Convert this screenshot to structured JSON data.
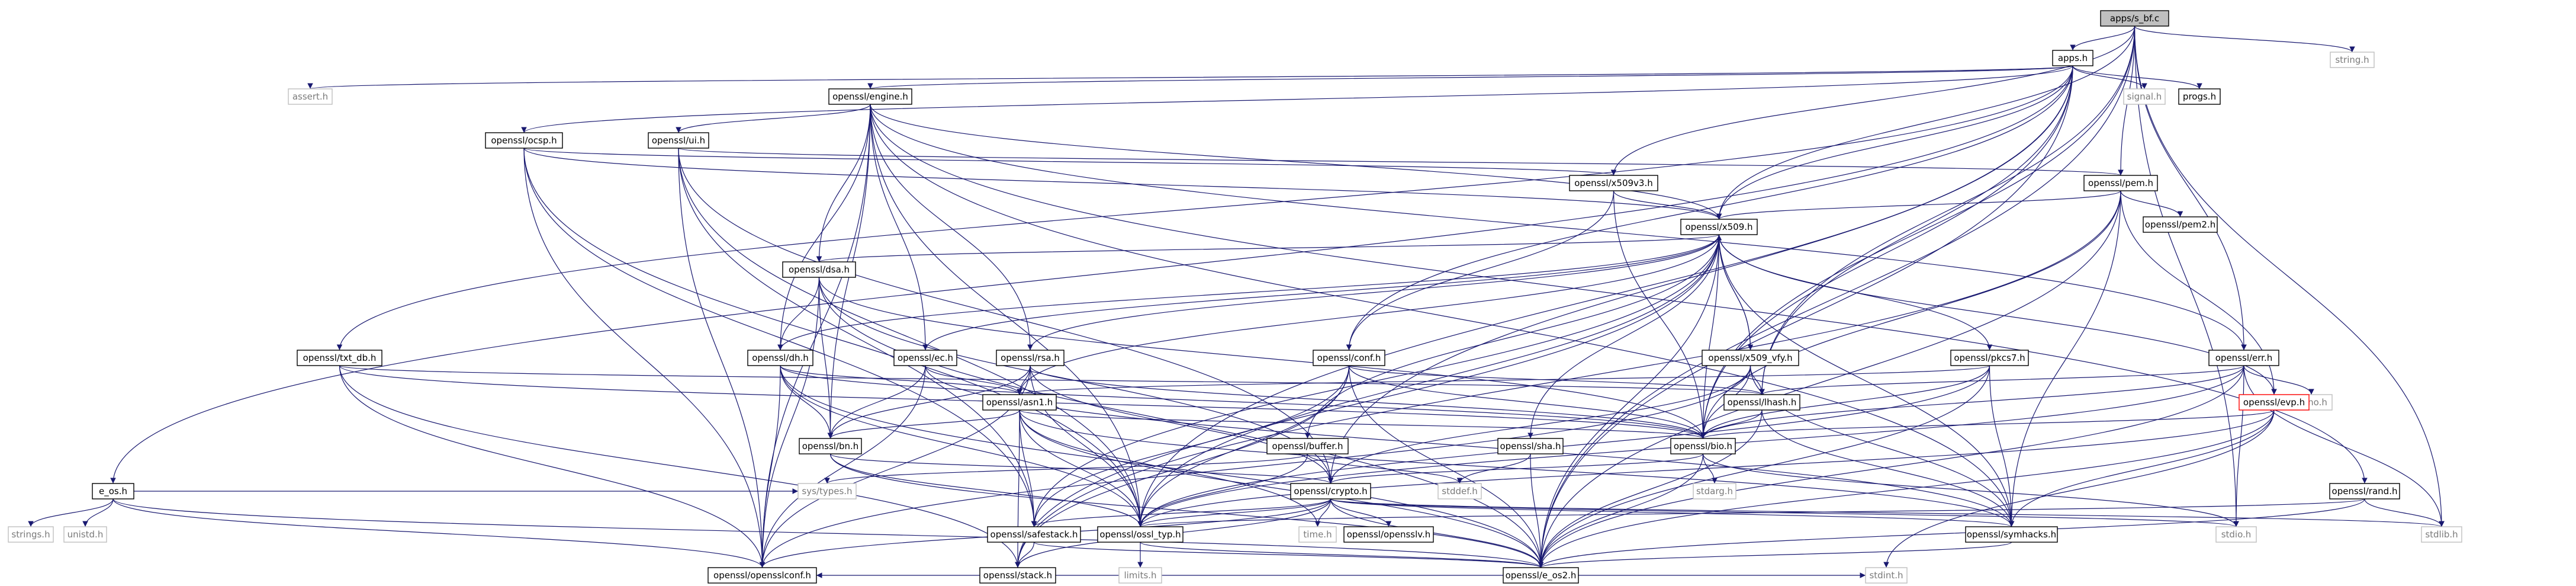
{
  "colors": {
    "edge": "#191970",
    "node_border": "#000000",
    "lib_border": "#bfbfbf",
    "lib_text": "#7a7a7a",
    "red_border": "#ff0000",
    "root_fill": "#bfbfbf"
  },
  "graph": {
    "nodes": [
      {
        "id": "apps_s_bf_c",
        "label": "apps/s_bf.c",
        "kind": "root"
      },
      {
        "id": "apps_h",
        "label": "apps.h",
        "kind": "hdr"
      },
      {
        "id": "string_h",
        "label": "string.h",
        "kind": "lib"
      },
      {
        "id": "assert_h",
        "label": "assert.h",
        "kind": "lib"
      },
      {
        "id": "signal_h",
        "label": "signal.h",
        "kind": "lib"
      },
      {
        "id": "progs_h",
        "label": "progs.h",
        "kind": "hdr"
      },
      {
        "id": "engine_h",
        "label": "openssl/engine.h",
        "kind": "hdr"
      },
      {
        "id": "ocsp_h",
        "label": "openssl/ocsp.h",
        "kind": "hdr"
      },
      {
        "id": "ui_h",
        "label": "openssl/ui.h",
        "kind": "hdr"
      },
      {
        "id": "pem_h",
        "label": "openssl/pem.h",
        "kind": "hdr"
      },
      {
        "id": "x509v3_h",
        "label": "openssl/x509v3.h",
        "kind": "hdr"
      },
      {
        "id": "pem2_h",
        "label": "openssl/pem2.h",
        "kind": "hdr"
      },
      {
        "id": "x509_h",
        "label": "openssl/x509.h",
        "kind": "hdr"
      },
      {
        "id": "dsa_h",
        "label": "openssl/dsa.h",
        "kind": "hdr"
      },
      {
        "id": "txt_db_h",
        "label": "openssl/txt_db.h",
        "kind": "hdr"
      },
      {
        "id": "dh_h",
        "label": "openssl/dh.h",
        "kind": "hdr"
      },
      {
        "id": "ec_h",
        "label": "openssl/ec.h",
        "kind": "hdr"
      },
      {
        "id": "rsa_h",
        "label": "openssl/rsa.h",
        "kind": "hdr"
      },
      {
        "id": "conf_h",
        "label": "openssl/conf.h",
        "kind": "hdr"
      },
      {
        "id": "x509_vfy_h",
        "label": "openssl/x509_vfy.h",
        "kind": "hdr"
      },
      {
        "id": "pkcs7_h",
        "label": "openssl/pkcs7.h",
        "kind": "hdr"
      },
      {
        "id": "err_h",
        "label": "openssl/err.h",
        "kind": "hdr"
      },
      {
        "id": "errno_h",
        "label": "errno.h",
        "kind": "lib"
      },
      {
        "id": "evp_h",
        "label": "openssl/evp.h",
        "kind": "red"
      },
      {
        "id": "asn1_h",
        "label": "openssl/asn1.h",
        "kind": "hdr"
      },
      {
        "id": "lhash_h",
        "label": "openssl/lhash.h",
        "kind": "hdr"
      },
      {
        "id": "bn_h",
        "label": "openssl/bn.h",
        "kind": "hdr"
      },
      {
        "id": "bio_h",
        "label": "openssl/bio.h",
        "kind": "hdr"
      },
      {
        "id": "buffer_h",
        "label": "openssl/buffer.h",
        "kind": "hdr"
      },
      {
        "id": "sha_h",
        "label": "openssl/sha.h",
        "kind": "hdr"
      },
      {
        "id": "e_os_h",
        "label": "e_os.h",
        "kind": "hdr"
      },
      {
        "id": "strings_h",
        "label": "strings.h",
        "kind": "lib"
      },
      {
        "id": "unistd_h",
        "label": "unistd.h",
        "kind": "lib"
      },
      {
        "id": "sys_types_h",
        "label": "sys/types.h",
        "kind": "lib"
      },
      {
        "id": "crypto_h",
        "label": "openssl/crypto.h",
        "kind": "hdr"
      },
      {
        "id": "stddef_h",
        "label": "stddef.h",
        "kind": "lib"
      },
      {
        "id": "stdarg_h",
        "label": "stdarg.h",
        "kind": "lib"
      },
      {
        "id": "rand_h",
        "label": "openssl/rand.h",
        "kind": "hdr"
      },
      {
        "id": "stdio_h",
        "label": "stdio.h",
        "kind": "lib"
      },
      {
        "id": "time_h",
        "label": "time.h",
        "kind": "lib"
      },
      {
        "id": "opensslv_h",
        "label": "openssl/opensslv.h",
        "kind": "hdr"
      },
      {
        "id": "stdlib_h",
        "label": "stdlib.h",
        "kind": "lib"
      },
      {
        "id": "safestack_h",
        "label": "openssl/safestack.h",
        "kind": "hdr"
      },
      {
        "id": "ossl_typ_h",
        "label": "openssl/ossl_typ.h",
        "kind": "hdr"
      },
      {
        "id": "symhacks_h",
        "label": "openssl/symhacks.h",
        "kind": "hdr"
      },
      {
        "id": "limits_h",
        "label": "limits.h",
        "kind": "lib"
      },
      {
        "id": "stack_h",
        "label": "openssl/stack.h",
        "kind": "hdr"
      },
      {
        "id": "e_os2_h",
        "label": "openssl/e_os2.h",
        "kind": "hdr"
      },
      {
        "id": "stdint_h",
        "label": "stdint.h",
        "kind": "lib"
      },
      {
        "id": "opensslconf_h",
        "label": "openssl/opensslconf.h",
        "kind": "hdr"
      }
    ],
    "edges": [
      [
        "apps_s_bf_c",
        "apps_h"
      ],
      [
        "apps_s_bf_c",
        "string_h"
      ],
      [
        "apps_s_bf_c",
        "x509_h"
      ],
      [
        "apps_s_bf_c",
        "pem_h"
      ],
      [
        "apps_s_bf_c",
        "err_h"
      ],
      [
        "apps_s_bf_c",
        "bio_h"
      ],
      [
        "apps_s_bf_c",
        "x509v3_h"
      ],
      [
        "apps_s_bf_c",
        "lhash_h"
      ],
      [
        "apps_s_bf_c",
        "stdio_h"
      ],
      [
        "apps_s_bf_c",
        "stdlib_h"
      ],
      [
        "apps_s_bf_c",
        "e_os2_h"
      ],
      [
        "apps_h",
        "e_os_h"
      ],
      [
        "apps_h",
        "assert_h"
      ],
      [
        "apps_h",
        "engine_h"
      ],
      [
        "apps_h",
        "ocsp_h"
      ],
      [
        "apps_h",
        "txt_db_h"
      ],
      [
        "apps_h",
        "progs_h"
      ],
      [
        "apps_h",
        "signal_h"
      ],
      [
        "apps_h",
        "x509_h"
      ],
      [
        "apps_h",
        "conf_h"
      ],
      [
        "apps_h",
        "lhash_h"
      ],
      [
        "apps_h",
        "bio_h"
      ],
      [
        "apps_h",
        "crypto_h"
      ],
      [
        "apps_h",
        "e_os2_h"
      ],
      [
        "apps_h",
        "ossl_typ_h"
      ],
      [
        "engine_h",
        "opensslconf_h"
      ],
      [
        "engine_h",
        "bn_h"
      ],
      [
        "engine_h",
        "rsa_h"
      ],
      [
        "engine_h",
        "dsa_h"
      ],
      [
        "engine_h",
        "dh_h"
      ],
      [
        "engine_h",
        "ec_h"
      ],
      [
        "engine_h",
        "err_h"
      ],
      [
        "engine_h",
        "ui_h"
      ],
      [
        "engine_h",
        "x509_h"
      ],
      [
        "engine_h",
        "ossl_typ_h"
      ],
      [
        "engine_h",
        "symhacks_h"
      ],
      [
        "engine_h",
        "rand_h"
      ],
      [
        "ocsp_h",
        "x509v3_h"
      ],
      [
        "ocsp_h",
        "x509_h"
      ],
      [
        "ocsp_h",
        "safestack_h"
      ],
      [
        "ocsp_h",
        "ossl_typ_h"
      ],
      [
        "ocsp_h",
        "opensslconf_h"
      ],
      [
        "ui_h",
        "pem_h"
      ],
      [
        "ui_h",
        "crypto_h"
      ],
      [
        "ui_h",
        "safestack_h"
      ],
      [
        "ui_h",
        "ossl_typ_h"
      ],
      [
        "ui_h",
        "opensslconf_h"
      ],
      [
        "pem_h",
        "x509_h"
      ],
      [
        "pem_h",
        "pem2_h"
      ],
      [
        "pem_h",
        "evp_h"
      ],
      [
        "pem_h",
        "bio_h"
      ],
      [
        "pem_h",
        "stack_h"
      ],
      [
        "pem_h",
        "e_os2_h"
      ],
      [
        "pem_h",
        "symhacks_h"
      ],
      [
        "x509v3_h",
        "x509_h"
      ],
      [
        "x509v3_h",
        "conf_h"
      ],
      [
        "x509v3_h",
        "bio_h"
      ],
      [
        "x509_h",
        "dsa_h"
      ],
      [
        "x509_h",
        "ec_h"
      ],
      [
        "x509_h",
        "rsa_h"
      ],
      [
        "x509_h",
        "dh_h"
      ],
      [
        "x509_h",
        "x509_vfy_h"
      ],
      [
        "x509_h",
        "pkcs7_h"
      ],
      [
        "x509_h",
        "evp_h"
      ],
      [
        "x509_h",
        "asn1_h"
      ],
      [
        "x509_h",
        "buffer_h"
      ],
      [
        "x509_h",
        "sha_h"
      ],
      [
        "x509_h",
        "bio_h"
      ],
      [
        "x509_h",
        "ossl_typ_h"
      ],
      [
        "x509_h",
        "stack_h"
      ],
      [
        "x509_h",
        "safestack_h"
      ],
      [
        "x509_h",
        "e_os2_h"
      ],
      [
        "x509_h",
        "symhacks_h"
      ],
      [
        "dsa_h",
        "dh_h"
      ],
      [
        "dsa_h",
        "bn_h"
      ],
      [
        "dsa_h",
        "crypto_h"
      ],
      [
        "dsa_h",
        "bio_h"
      ],
      [
        "dsa_h",
        "e_os2_h"
      ],
      [
        "dsa_h",
        "opensslconf_h"
      ],
      [
        "txt_db_h",
        "lhash_h"
      ],
      [
        "txt_db_h",
        "stack_h"
      ],
      [
        "txt_db_h",
        "bio_h"
      ],
      [
        "txt_db_h",
        "opensslconf_h"
      ],
      [
        "dh_h",
        "asn1_h"
      ],
      [
        "dh_h",
        "bn_h"
      ],
      [
        "dh_h",
        "bio_h"
      ],
      [
        "dh_h",
        "e_os2_h"
      ],
      [
        "dh_h",
        "opensslconf_h"
      ],
      [
        "dh_h",
        "ossl_typ_h"
      ],
      [
        "ec_h",
        "asn1_h"
      ],
      [
        "ec_h",
        "bn_h"
      ],
      [
        "ec_h",
        "symhacks_h"
      ],
      [
        "ec_h",
        "opensslconf_h"
      ],
      [
        "rsa_h",
        "asn1_h"
      ],
      [
        "rsa_h",
        "bn_h"
      ],
      [
        "rsa_h",
        "crypto_h"
      ],
      [
        "rsa_h",
        "bio_h"
      ],
      [
        "rsa_h",
        "ossl_typ_h"
      ],
      [
        "rsa_h",
        "opensslconf_h"
      ],
      [
        "conf_h",
        "bio_h"
      ],
      [
        "conf_h",
        "lhash_h"
      ],
      [
        "conf_h",
        "stack_h"
      ],
      [
        "conf_h",
        "safestack_h"
      ],
      [
        "conf_h",
        "e_os2_h"
      ],
      [
        "conf_h",
        "ossl_typ_h"
      ],
      [
        "x509_vfy_h",
        "x509_h"
      ],
      [
        "x509_vfy_h",
        "lhash_h"
      ],
      [
        "x509_vfy_h",
        "bio_h"
      ],
      [
        "x509_vfy_h",
        "crypto_h"
      ],
      [
        "x509_vfy_h",
        "symhacks_h"
      ],
      [
        "x509_vfy_h",
        "opensslconf_h"
      ],
      [
        "pkcs7_h",
        "asn1_h"
      ],
      [
        "pkcs7_h",
        "bio_h"
      ],
      [
        "pkcs7_h",
        "e_os2_h"
      ],
      [
        "pkcs7_h",
        "symhacks_h"
      ],
      [
        "pkcs7_h",
        "ossl_typ_h"
      ],
      [
        "err_h",
        "errno_h"
      ],
      [
        "err_h",
        "stdio_h"
      ],
      [
        "err_h",
        "stdlib_h"
      ],
      [
        "err_h",
        "bio_h"
      ],
      [
        "err_h",
        "lhash_h"
      ],
      [
        "err_h",
        "e_os2_h"
      ],
      [
        "err_h",
        "ossl_typ_h"
      ],
      [
        "evp_h",
        "bio_h"
      ],
      [
        "evp_h",
        "e_os2_h"
      ],
      [
        "evp_h",
        "stdint_h"
      ],
      [
        "evp_h",
        "ossl_typ_h"
      ],
      [
        "evp_h",
        "symhacks_h"
      ],
      [
        "asn1_h",
        "time_h"
      ],
      [
        "asn1_h",
        "bn_h"
      ],
      [
        "asn1_h",
        "bio_h"
      ],
      [
        "asn1_h",
        "stack_h"
      ],
      [
        "asn1_h",
        "safestack_h"
      ],
      [
        "asn1_h",
        "symhacks_h"
      ],
      [
        "asn1_h",
        "ossl_typ_h"
      ],
      [
        "asn1_h",
        "e_os2_h"
      ],
      [
        "lhash_h",
        "bio_h"
      ],
      [
        "lhash_h",
        "e_os2_h"
      ],
      [
        "lhash_h",
        "symhacks_h"
      ],
      [
        "bn_h",
        "crypto_h"
      ],
      [
        "bn_h",
        "ossl_typ_h"
      ],
      [
        "bn_h",
        "e_os2_h"
      ],
      [
        "bio_h",
        "crypto_h"
      ],
      [
        "bio_h",
        "stdarg_h"
      ],
      [
        "bio_h",
        "stdio_h"
      ],
      [
        "bio_h",
        "e_os2_h"
      ],
      [
        "buffer_h",
        "sys_types_h"
      ],
      [
        "buffer_h",
        "stddef_h"
      ],
      [
        "buffer_h",
        "ossl_typ_h"
      ],
      [
        "sha_h",
        "stddef_h"
      ],
      [
        "sha_h",
        "e_os2_h"
      ],
      [
        "e_os_h",
        "strings_h"
      ],
      [
        "e_os_h",
        "unistd_h"
      ],
      [
        "e_os_h",
        "sys_types_h"
      ],
      [
        "e_os_h",
        "opensslconf_h"
      ],
      [
        "e_os_h",
        "e_os2_h"
      ],
      [
        "crypto_h",
        "stdlib_h"
      ],
      [
        "crypto_h",
        "stdio_h"
      ],
      [
        "crypto_h",
        "time_h"
      ],
      [
        "crypto_h",
        "opensslv_h"
      ],
      [
        "crypto_h",
        "safestack_h"
      ],
      [
        "crypto_h",
        "ossl_typ_h"
      ],
      [
        "crypto_h",
        "symhacks_h"
      ],
      [
        "crypto_h",
        "stack_h"
      ],
      [
        "crypto_h",
        "e_os2_h"
      ],
      [
        "crypto_h",
        "opensslconf_h"
      ],
      [
        "rand_h",
        "stdlib_h"
      ],
      [
        "rand_h",
        "ossl_typ_h"
      ],
      [
        "rand_h",
        "e_os2_h"
      ],
      [
        "safestack_h",
        "stack_h"
      ],
      [
        "safestack_h",
        "e_os2_h"
      ],
      [
        "ossl_typ_h",
        "limits_h"
      ],
      [
        "ossl_typ_h",
        "e_os2_h"
      ],
      [
        "symhacks_h",
        "e_os2_h"
      ],
      [
        "e_os2_h",
        "stdint_h"
      ],
      [
        "e_os2_h",
        "opensslconf_h"
      ]
    ]
  }
}
